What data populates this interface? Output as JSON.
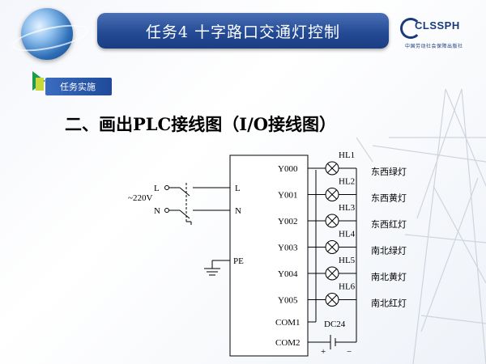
{
  "header": {
    "title": "任务4  十字路口交通灯控制",
    "logo_name": "CLSSPH",
    "logo_sub": "中国劳动社会保障出版社"
  },
  "badge": {
    "label": "任务实施"
  },
  "section": {
    "heading": "二、画出PLC接线图（I/O接线图）"
  },
  "diagram": {
    "supply_label": "~220V",
    "l_input": "L",
    "n_input": "N",
    "plc_l": "L",
    "plc_n": "N",
    "pe": "PE",
    "com1": "COM1",
    "com2": "COM2",
    "dc_label": "DC24",
    "plus": "+",
    "minus": "−",
    "outputs": [
      {
        "port": "Y000",
        "lamp": "HL1",
        "desc": "东西绿灯"
      },
      {
        "port": "Y001",
        "lamp": "HL2",
        "desc": "东西黄灯"
      },
      {
        "port": "Y002",
        "lamp": "HL3",
        "desc": "东西红灯"
      },
      {
        "port": "Y003",
        "lamp": "HL4",
        "desc": "南北绿灯"
      },
      {
        "port": "Y004",
        "lamp": "HL5",
        "desc": "南北黄灯"
      },
      {
        "port": "Y005",
        "lamp": "HL6",
        "desc": "南北红灯"
      }
    ]
  }
}
